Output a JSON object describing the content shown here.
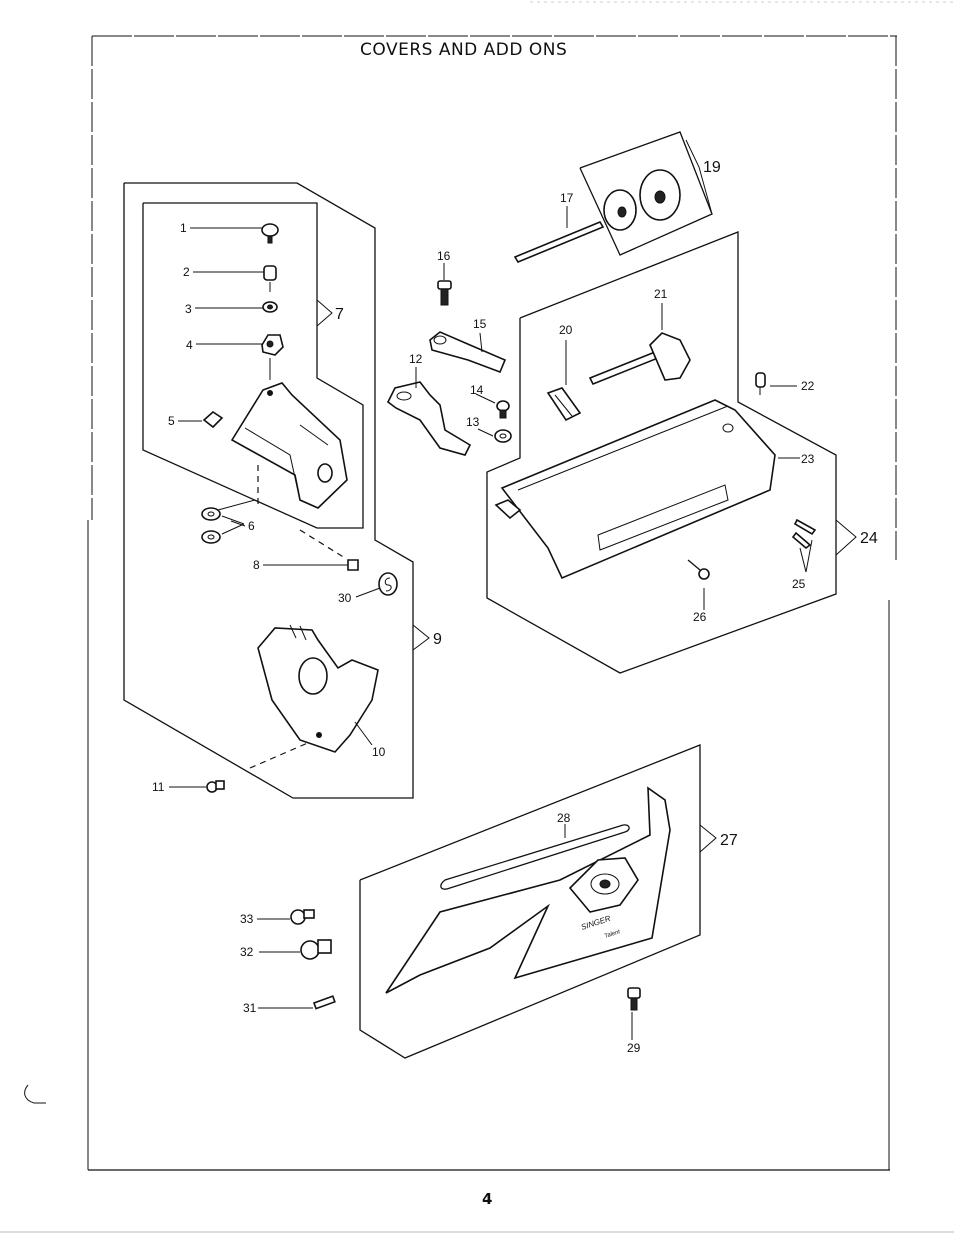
{
  "title": "COVERS AND ADD ONS",
  "page_number": "4",
  "callouts": {
    "p1": "1",
    "p2": "2",
    "p3": "3",
    "p4": "4",
    "p5": "5",
    "p6": "6",
    "p7": "7",
    "p8": "8",
    "p9": "9",
    "p10": "10",
    "p11": "11",
    "p12": "12",
    "p13": "13",
    "p14": "14",
    "p15": "15",
    "p16": "16",
    "p17": "17",
    "p19": "19",
    "p20": "20",
    "p21": "21",
    "p22": "22",
    "p23": "23",
    "p24": "24",
    "p25": "25",
    "p26": "26",
    "p27": "27",
    "p28": "28",
    "p29": "29",
    "p30": "30",
    "p31": "31",
    "p32": "32",
    "p33": "33"
  },
  "part_markings": {
    "cover_brand": "SINGER",
    "cover_model": "Talent"
  }
}
